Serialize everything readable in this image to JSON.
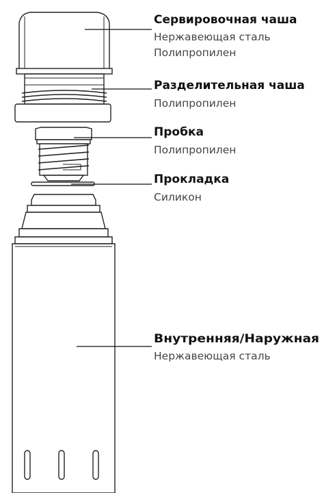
{
  "colors": {
    "line": "#222222",
    "title_text": "#111111",
    "material_text": "#444444",
    "background": "#ffffff"
  },
  "parts": [
    {
      "id": "serving-cup",
      "title": "Сервировочная чаша",
      "materials": [
        "Нержавеющая сталь",
        "Полипропилен"
      ]
    },
    {
      "id": "separator-cup",
      "title": "Разделительная чаша",
      "materials": [
        "Полипропилен"
      ]
    },
    {
      "id": "stopper",
      "title": "Пробка",
      "materials": [
        "Полипропилен"
      ]
    },
    {
      "id": "gasket",
      "title": "Прокладка",
      "materials": [
        "Силикон"
      ]
    },
    {
      "id": "body",
      "title": "Внутренняя/Наружная",
      "materials": [
        "Нержавеющая сталь"
      ]
    }
  ]
}
